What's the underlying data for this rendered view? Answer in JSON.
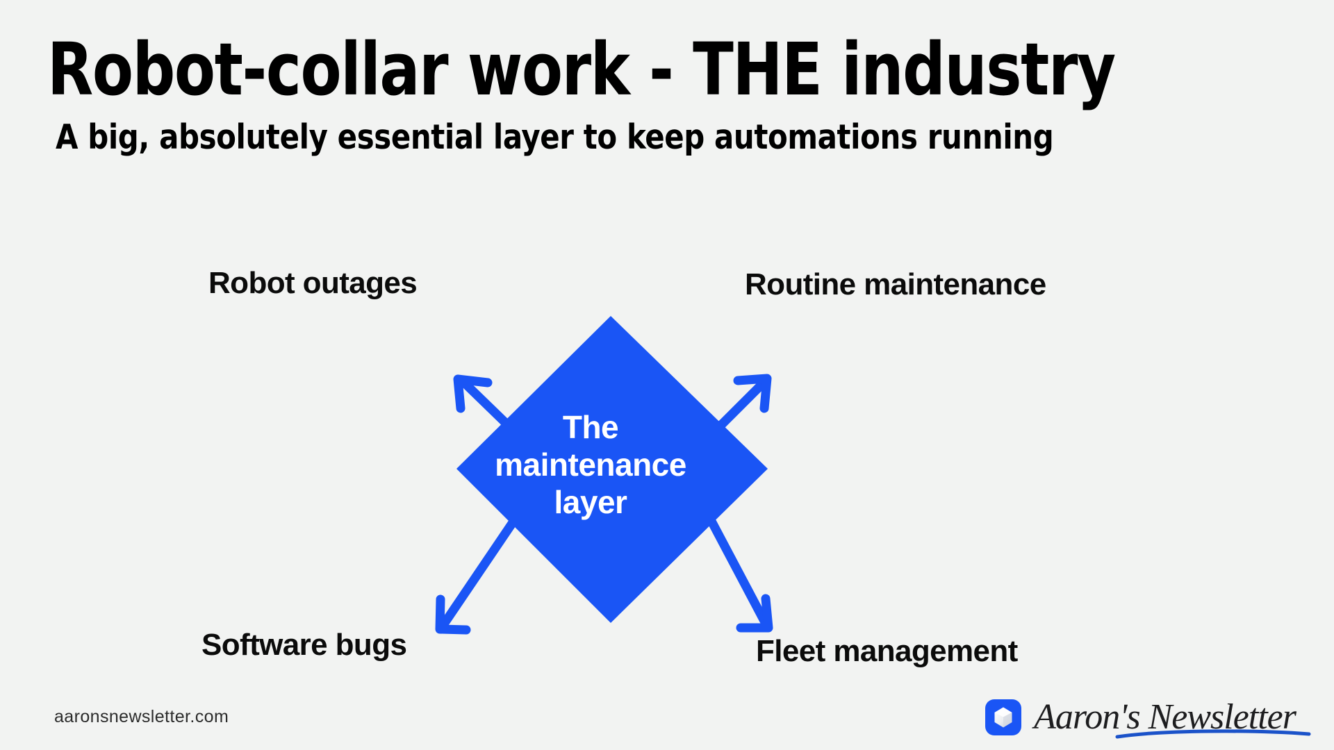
{
  "header": {
    "title": "Robot-collar work - THE industry",
    "subtitle": "A big, absolutely essential layer to keep automations running"
  },
  "diagram": {
    "center": {
      "shape": "diamond",
      "fill_color": "#1a55f5",
      "text_color": "#ffffff",
      "lines": [
        "The",
        "maintenance",
        "layer"
      ]
    },
    "arrow_color": "#1a55f5",
    "nodes": [
      {
        "id": "top-left",
        "label": "Robot outages",
        "direction": "up-left"
      },
      {
        "id": "top-right",
        "label": "Routine maintenance",
        "direction": "up-right"
      },
      {
        "id": "bottom-left",
        "label": "Software bugs",
        "direction": "down-left"
      },
      {
        "id": "bottom-right",
        "label": "Fleet management",
        "direction": "down-right"
      }
    ]
  },
  "footer": {
    "site_url": "aaronsnewsletter.com",
    "brand_name": "Aaron's Newsletter",
    "brand_icon": "gem-polyhedron-icon",
    "brand_mark_color": "#1a55f5",
    "swoosh_color": "#1b52c9"
  },
  "theme": {
    "background": "#f2f3f2",
    "accent": "#1a55f5",
    "text": "#000000"
  }
}
